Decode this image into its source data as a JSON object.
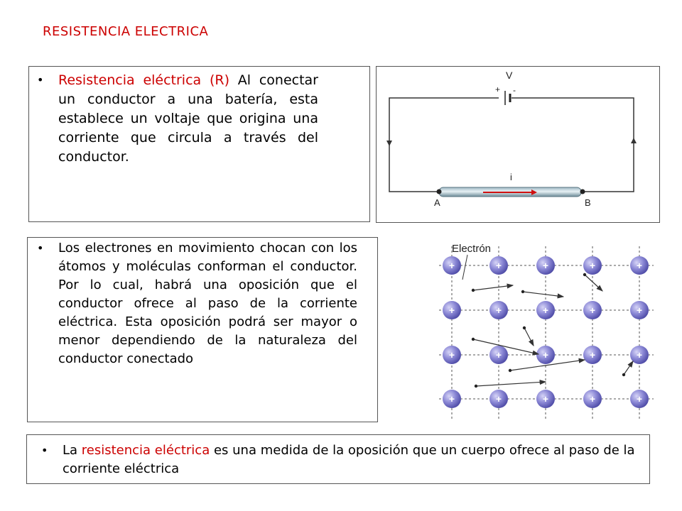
{
  "slide": {
    "title": "RESISTENCIA ELECTRICA"
  },
  "block1": {
    "bullet": "•",
    "term": "Resistencia eléctrica (R)",
    "text": " Al conectar un conductor a una batería, esta establece un voltaje que origina una corriente que circula a través del conductor."
  },
  "block2": {
    "bullet": "•",
    "text": "Los electrones en movimiento chocan con los átomos y moléculas conforman el conductor. Por lo cual, habrá una oposición que el conductor ofrece al paso de la corriente eléctrica. Esta oposición podrá ser mayor o menor dependiendo de la naturaleza del conductor conectado"
  },
  "block3": {
    "bullet": "•",
    "prefix": "La ",
    "term": "resistencia eléctrica",
    "suffix": " es una medida de la oposición que un cuerpo ofrece al paso de la corriente eléctrica"
  },
  "circuit": {
    "voltage_label": "V",
    "plus": "+",
    "minus": "-",
    "current_label": "i",
    "point_a": "A",
    "point_b": "B"
  },
  "lattice": {
    "label": "Electrón",
    "ion_sign": "+"
  },
  "colors": {
    "accent": "#cc0000",
    "ion": "#7a78c8",
    "wire": "#333333"
  }
}
